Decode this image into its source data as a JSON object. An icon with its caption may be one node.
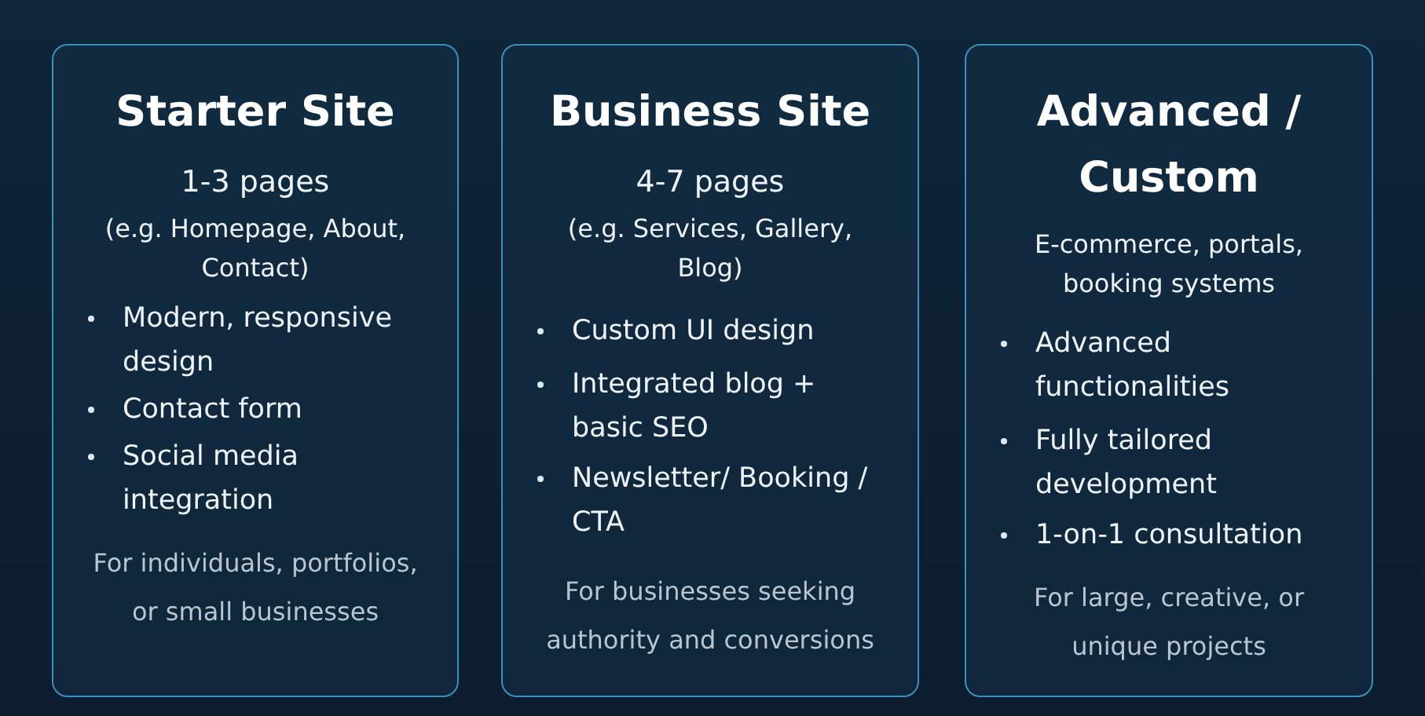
{
  "diagram": {
    "nodes": [
      {
        "text": [
          "Starter Site",
          "1-3 pages",
          "(e.g. Homepage,  About, Contact)",
          "Modern, responsive design",
          "Contact form",
          "Social media integration",
          "For individuals, portfolios, or small businesses"
        ]
      },
      {
        "text": [
          "Business Site",
          "4-7 pages",
          "(e.g. Services, Gallery, Blog)",
          "Custom UI design",
          "Integrated blog + basic SEO",
          "Newsletter/ Booking / CTA",
          "For businesses seeking authority and conversions"
        ]
      },
      {
        "text": [
          "Advanced / Custom",
          "E-commerce, portals, booking systems",
          "Advanced functionalities",
          "Fully tailored development",
          "1-on-1 consultation",
          "For large, creative, or unique projects"
        ]
      }
    ]
  }
}
